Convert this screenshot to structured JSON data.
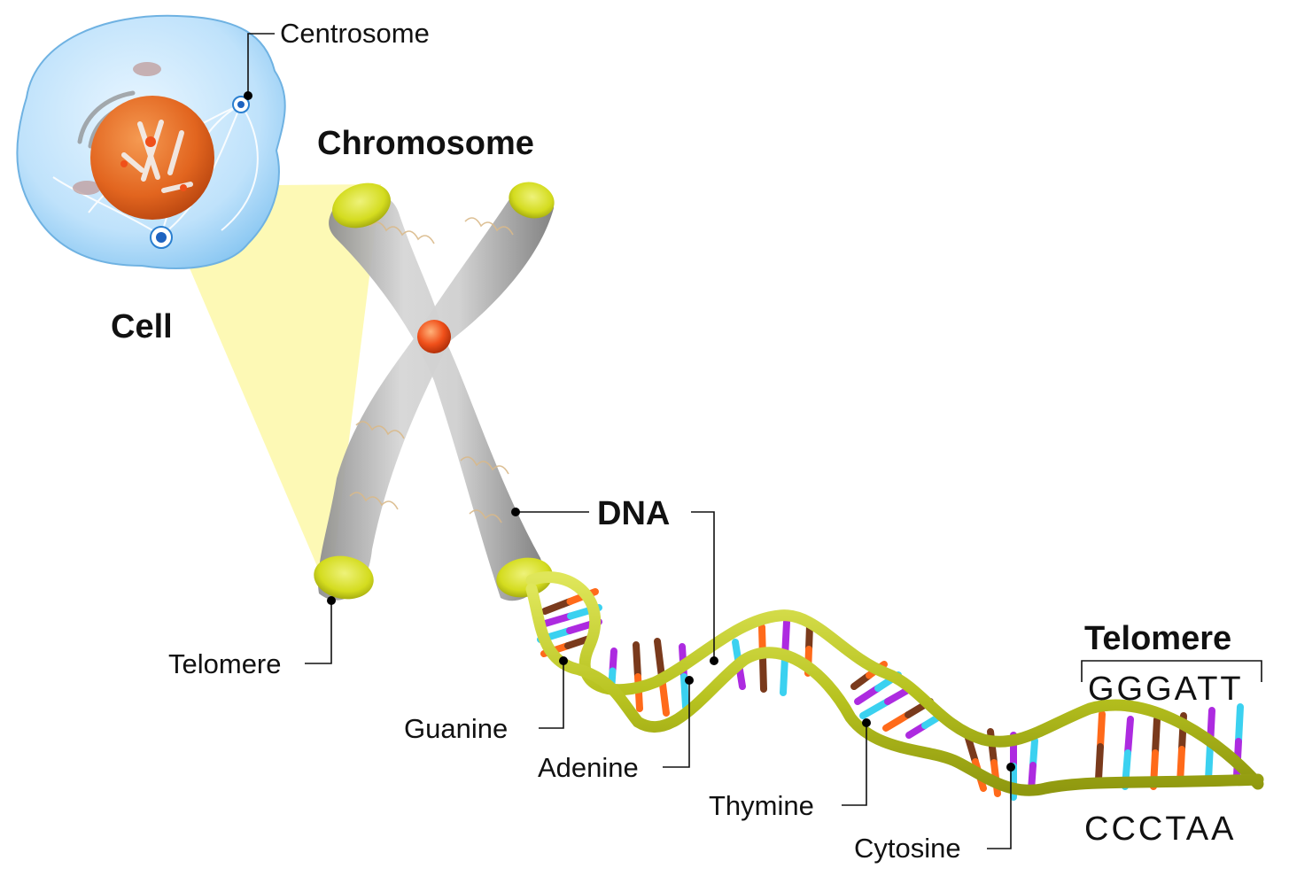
{
  "labels": {
    "cell": "Cell",
    "chromosome": "Chromosome",
    "centrosome": "Centrosome",
    "dna": "DNA",
    "telomere_left": "Telomere",
    "telomere_right": "Telomere",
    "guanine": "Guanine",
    "adenine": "Adenine",
    "thymine": "Thymine",
    "cytosine": "Cytosine"
  },
  "sequence": {
    "top": "GGGATT",
    "bottom": "CCCTAA"
  },
  "colors": {
    "guanine": "#7a3a1c",
    "cytosine": "#ff6a1a",
    "adenine": "#ad2be0",
    "thymine": "#3bd1f0",
    "backbone": "#b9c42a",
    "telomere_cap": "#d8e021",
    "nucleus": "#e8651e",
    "cell_membrane": "#bfe4fb",
    "zoom_cone": "#fdf8a8"
  }
}
